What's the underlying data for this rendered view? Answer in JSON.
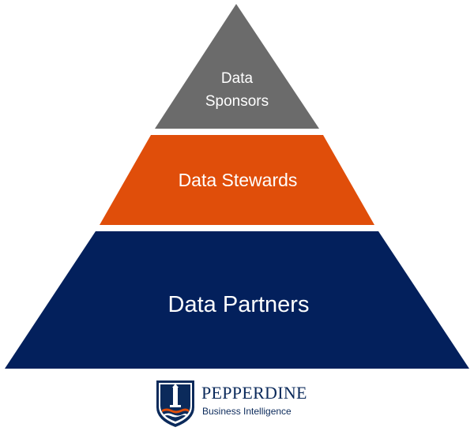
{
  "pyramid": {
    "tiers": [
      {
        "lines": [
          "Data",
          "Sponsors"
        ],
        "color": "#6b6b6b"
      },
      {
        "lines": [
          "Data Stewards"
        ],
        "color": "#e04e0a"
      },
      {
        "lines": [
          "Data Partners"
        ],
        "color": "#03205c"
      }
    ]
  },
  "logo": {
    "wordmark": "PEPPERDINE",
    "subtitle": "Business Intelligence",
    "primary_color": "#0b2a5b",
    "accent_color": "#e04e0a"
  }
}
